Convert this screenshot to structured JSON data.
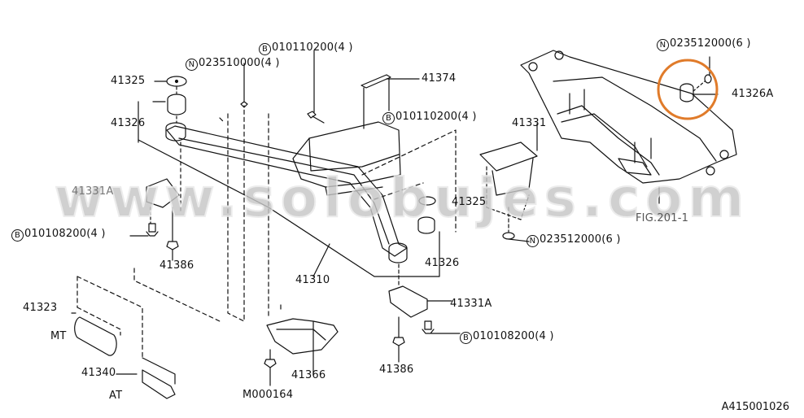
{
  "diagram": {
    "type": "exploded-parts-diagram",
    "subject": "Rear crossmember / subframe mounting",
    "figure_ref": "FIG.201-1",
    "drawing_code": "A415001026",
    "highlight": {
      "part": "41326A",
      "color": "#e07b2a"
    },
    "watermark": "www.solobujes.com",
    "labels": {
      "p41325_top": "41325",
      "p41326_top": "41326",
      "n_023510000": {
        "prefix": "N",
        "text": "023510000(4 )"
      },
      "b_010110200_top": {
        "prefix": "B",
        "text": "010110200(4 )"
      },
      "p41374": "41374",
      "b_010110200_mid": {
        "prefix": "B",
        "text": "010110200(4 )"
      },
      "p41331": "41331",
      "p41325_mid": "41325",
      "n_023512000_mid": {
        "prefix": "N",
        "text": "023512000(6 )"
      },
      "p41331A_left": "41331A",
      "b_010108200_left": {
        "prefix": "B",
        "text": "010108200(4 )"
      },
      "p41386_left": "41386",
      "p41310": "41310",
      "p41326_mid": "41326",
      "p41323": "41323",
      "mt": "MT",
      "p41340": "41340",
      "at": "AT",
      "p41366": "41366",
      "m000164": "M000164",
      "p41331A_right": "41331A",
      "b_010108200_right": {
        "prefix": "B",
        "text": "010108200(4 )"
      },
      "p41386_right": "41386",
      "n_023512000_top": {
        "prefix": "N",
        "text": "023512000(6 )"
      },
      "p41326A": "41326A",
      "fig": "FIG.201-1"
    }
  }
}
